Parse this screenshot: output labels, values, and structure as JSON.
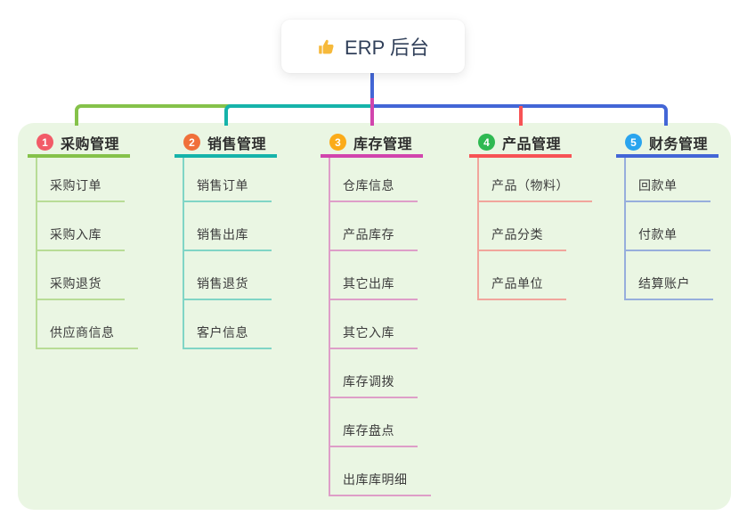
{
  "root": {
    "icon": "thumbs-up-icon",
    "label": "ERP 后台"
  },
  "colors": {
    "canvas_bg": "#ffffff",
    "panel_bg": "#eaf6e3",
    "root_connector": "#4366d6",
    "root_text": "#31405a",
    "thumb_icon": "#f6b93b"
  },
  "branches": [
    {
      "num": "1",
      "title": "采购管理",
      "badge_color": "#f25b68",
      "line_color": "#85c24a",
      "children": [
        "采购订单",
        "采购入库",
        "采购退货",
        "供应商信息"
      ]
    },
    {
      "num": "2",
      "title": "销售管理",
      "badge_color": "#f0703a",
      "line_color": "#16b3aa",
      "children": [
        "销售订单",
        "销售出库",
        "销售退货",
        "客户信息"
      ]
    },
    {
      "num": "3",
      "title": "库存管理",
      "badge_color": "#fbab19",
      "line_color": "#d145ad",
      "children": [
        "仓库信息",
        "产品库存",
        "其它出库",
        "其它入库",
        "库存调拨",
        "库存盘点",
        "出库库明细"
      ]
    },
    {
      "num": "4",
      "title": "产品管理",
      "badge_color": "#2fb952",
      "line_color": "#f75355",
      "children": [
        "产品（物料）",
        "产品分类",
        "产品单位"
      ]
    },
    {
      "num": "5",
      "title": "财务管理",
      "badge_color": "#29a4ee",
      "line_color": "#4366d6",
      "children": [
        "回款单",
        "付款单",
        "结算账户"
      ]
    }
  ]
}
